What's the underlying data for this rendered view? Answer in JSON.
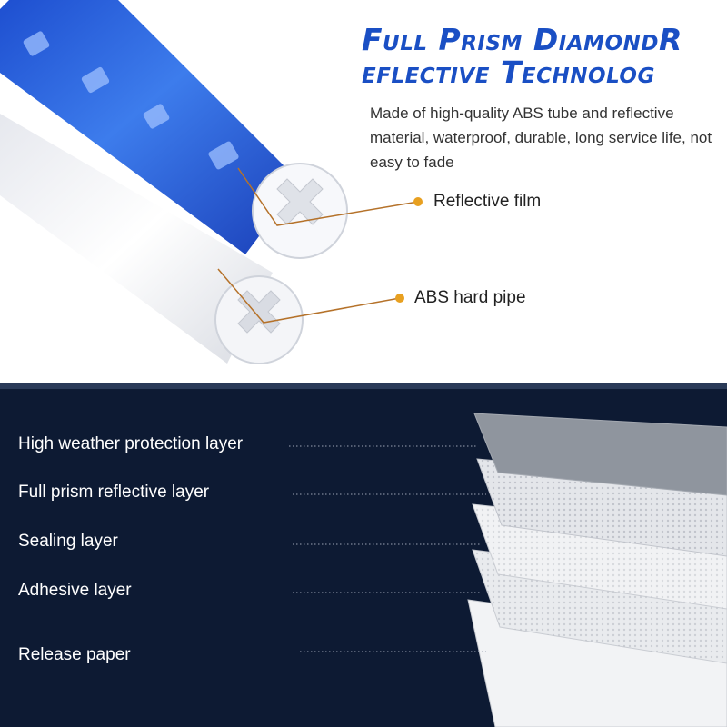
{
  "header": {
    "title_line1": "Full Prism DiamondR",
    "title_line2": "eflective Technolog",
    "description": "Made of high-quality ABS tube and reflective material, waterproof, durable, long service life, not easy to fade"
  },
  "callouts": {
    "reflective_film": "Reflective film",
    "abs_pipe": "ABS hard pipe"
  },
  "layers": [
    {
      "label": "High weather protection layer"
    },
    {
      "label": "Full prism reflective layer"
    },
    {
      "label": "Sealing layer"
    },
    {
      "label": "Adhesive layer"
    },
    {
      "label": "Release paper"
    }
  ],
  "colors": {
    "title": "#1a4fc4",
    "tube_blue": "#2f6fe0",
    "callout_dot": "#e8a020",
    "callout_line": "#b5722a",
    "dark_bg": "#0d1a33"
  }
}
